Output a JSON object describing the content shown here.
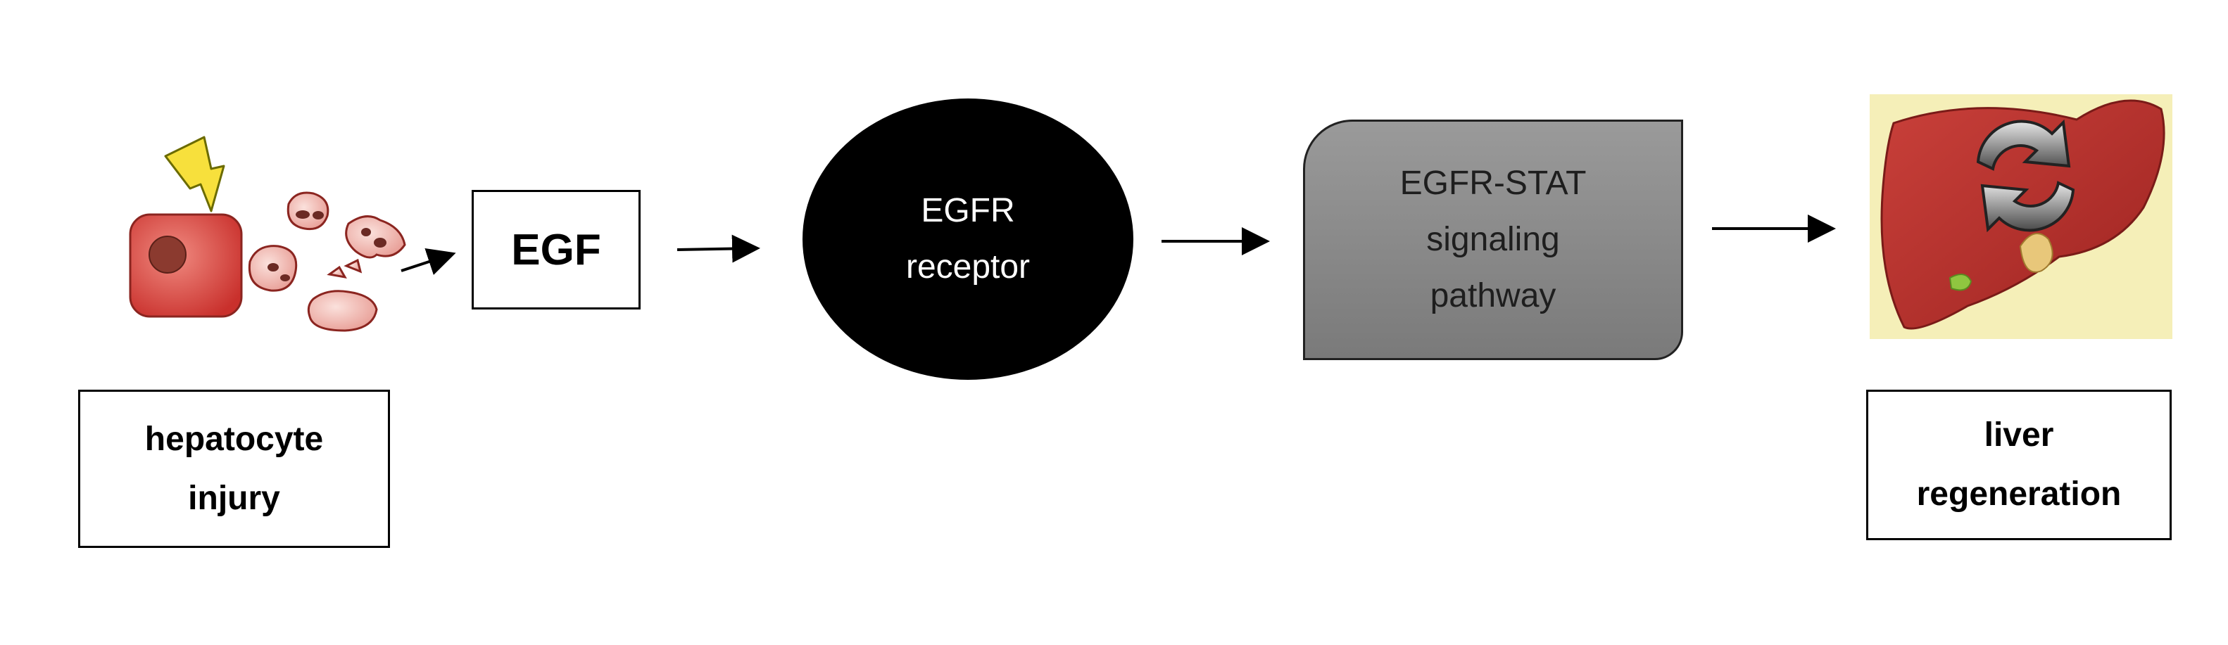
{
  "nodes": {
    "hepatocyte_injury": {
      "line1": "hepatocyte",
      "line2": "injury"
    },
    "egf": {
      "label": "EGF"
    },
    "egfr_receptor": {
      "line1": "EGFR",
      "line2": "receptor"
    },
    "egfr_stat": {
      "line1": "EGFR-STAT",
      "line2": "signaling",
      "line3": "pathway"
    },
    "liver_regeneration": {
      "line1": "liver",
      "line2": "regeneration"
    }
  },
  "colors": {
    "cell": "#d9534f",
    "nucleus": "#8b3a2f",
    "lightning": "#f7e03c",
    "liver": "#b8312f",
    "liver_bg": "#f5efb8",
    "receptor": "#000000",
    "pathway": "#8a8a8a"
  },
  "icons": [
    "injured-hepatocyte-illustration",
    "lightning-icon",
    "cell-debris-icon",
    "liver-illustration",
    "refresh-cycle-icon"
  ]
}
